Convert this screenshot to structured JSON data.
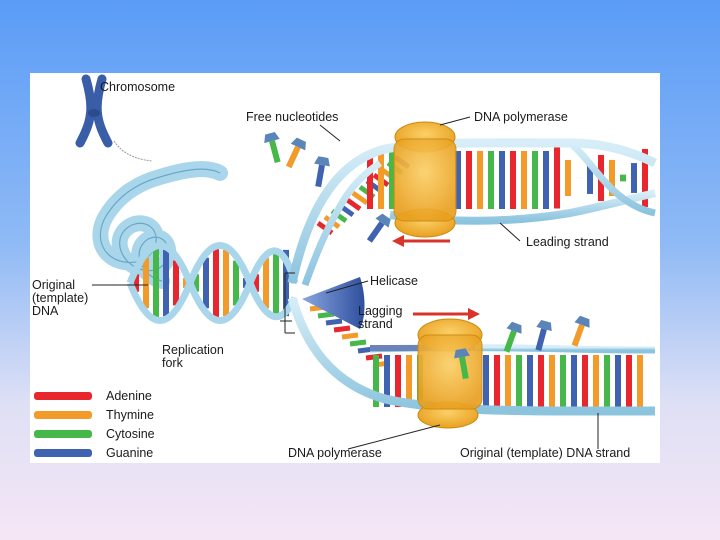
{
  "labels": {
    "chromosome": "Chromosome",
    "free_nucleotides": "Free nucleotides",
    "dna_polymerase_top": "DNA polymerase",
    "leading_strand": "Leading strand",
    "original_template_dna": [
      "Original",
      "(template)",
      "DNA"
    ],
    "helicase": "Helicase",
    "lagging_strand": [
      "Lagging",
      "strand"
    ],
    "replication_fork": [
      "Replication",
      "fork"
    ],
    "dna_polymerase_bottom": "DNA polymerase",
    "original_template_dna_strand": "Original (template) DNA strand"
  },
  "legend": [
    {
      "label": "Adenine",
      "color": "#e8262e"
    },
    {
      "label": "Thymine",
      "color": "#f29b2a"
    },
    {
      "label": "Cytosine",
      "color": "#46b84a"
    },
    {
      "label": "Guanine",
      "color": "#3f63b0"
    }
  ],
  "colors": {
    "backbone": "#a9d6ea",
    "backbone_edge": "#6aa8c8",
    "polymerase": "#f0b030",
    "polymerase_edge": "#c98a10",
    "helicase": "#3f63b0",
    "arrow": "#d9342b",
    "chromosome": "#3a5da8"
  }
}
